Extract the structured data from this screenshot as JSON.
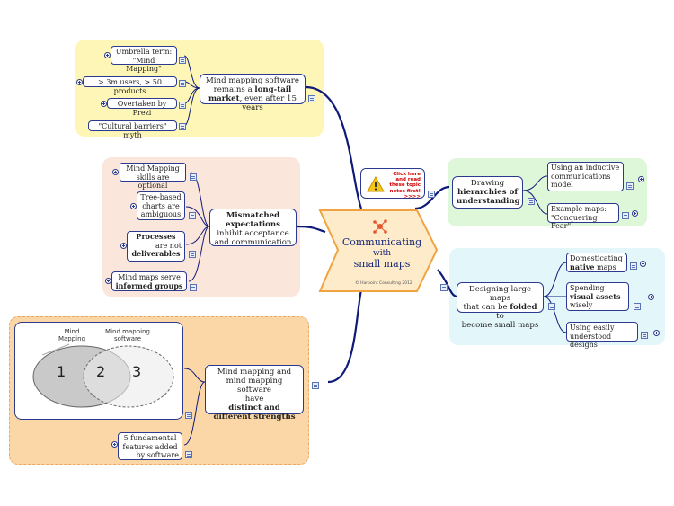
{
  "colors": {
    "connector": "#0f1a78",
    "region_market": "#fdf6b6",
    "region_expectations": "#fbe6dc",
    "region_strengths": "#fbd6a7",
    "region_hierarchies": "#dff7d9",
    "region_large_maps": "#e3f7fb",
    "central_fill": "#fdebc9",
    "central_border": "#f0a340",
    "logo": "#e8542f"
  },
  "central": {
    "line1": "Communicating",
    "line2": "with",
    "line3": "small maps",
    "copyright": "© Harpoint Consulting 2012",
    "logo_icon": "network-logo-icon"
  },
  "notice": {
    "icon": "warning-icon",
    "line1": "Click here",
    "line2": "and read",
    "line3": "these topic",
    "line4": "notes first!",
    "line5": ">>>>"
  },
  "market": {
    "main_line1": "Mind mapping software",
    "main_line2a": "remains a ",
    "main_line2b": "long-tail",
    "main_line3a": "market",
    "main_line3b": ", even after 15 years",
    "umbrella_line1": "Umbrella term:",
    "umbrella_line2": "\"Mind Mapping\"",
    "users": "> 3m users, > 50 products",
    "prezi": "Overtaken by Prezi",
    "barriers": "\"Cultural barriers\" myth"
  },
  "expectations": {
    "main_line1": "Mismatched",
    "main_line2": "expectations",
    "main_line3": "inhibit acceptance",
    "main_line4": "and communication",
    "skills_line1": "Mind Mapping",
    "skills_line2": "skills are optional",
    "tree_line1": "Tree-based",
    "tree_line2": "charts are",
    "tree_line3": "ambiguous",
    "proc_line1": "Processes",
    "proc_line2": "are not",
    "proc_line3": "deliverables",
    "groups_line1": "Mind maps serve",
    "groups_line2": "informed groups"
  },
  "strengths": {
    "main_line1": "Mind mapping and",
    "main_line2": "mind mapping software",
    "main_line3": "have",
    "main_line4": "distinct and",
    "main_line5": "different strengths",
    "features_line1": "5 fundamental",
    "features_line2": "features added",
    "features_line3": "by software",
    "venn_left_line1": "Mind",
    "venn_left_line2": "Mapping",
    "venn_right_line1": "Mind mapping",
    "venn_right_line2": "software",
    "venn_n1": "1",
    "venn_n2": "2",
    "venn_n3": "3"
  },
  "hierarchies": {
    "main_line1": "Drawing",
    "main_line2": "hierarchies of",
    "main_line3": "understanding",
    "inductive_line1": "Using an inductive",
    "inductive_line2": "communications",
    "inductive_line3": "model",
    "example_line1": "Example maps:",
    "example_line2": "\"Conquering Fear\""
  },
  "large_maps": {
    "main_line1": "Designing large maps",
    "main_line2a": "that can be ",
    "main_line2b": "folded",
    "main_line2c": " to",
    "main_line3": "become small maps",
    "native_line1": "Domesticating",
    "native_line2a": "native",
    "native_line2b": " maps",
    "visual_line1": "Spending",
    "visual_line2": "visual assets",
    "visual_line3": "wisely",
    "designs_line1": "Using easily",
    "designs_line2": "understood designs"
  }
}
